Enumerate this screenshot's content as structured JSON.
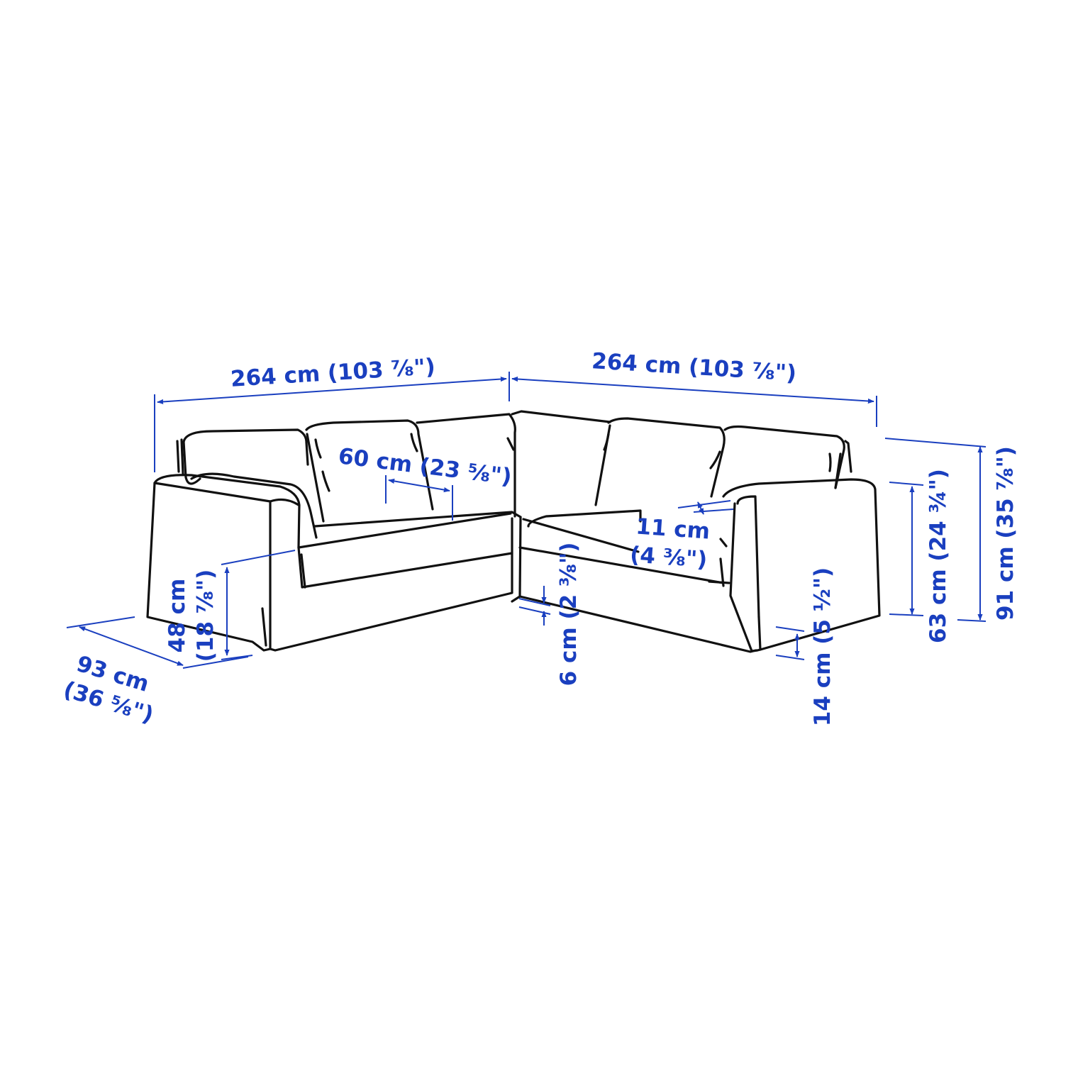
{
  "colors": {
    "dimension": "#1a3fbf",
    "outline": "#111111",
    "background": "#ffffff"
  },
  "dimensions": {
    "width_left": "264 cm (103 ⅞\")",
    "width_right": "264 cm (103 ⅞\")",
    "seat_depth_back": "60 cm (23 ⅝\")",
    "armrest_width_cm": "11 cm",
    "armrest_width_in": "(4 ⅜\")",
    "seat_height_cm": "48 cm",
    "seat_height_in": "(18 ⅞\")",
    "depth_cm": "93 cm",
    "depth_in": "(36 ⅝\")",
    "cushion_thickness": "6 cm (2 ⅜\")",
    "leg_height": "14 cm (5 ½\")",
    "armrest_height": "63 cm (24 ¾\")",
    "total_height": "91 cm (35 ⅞\")"
  }
}
